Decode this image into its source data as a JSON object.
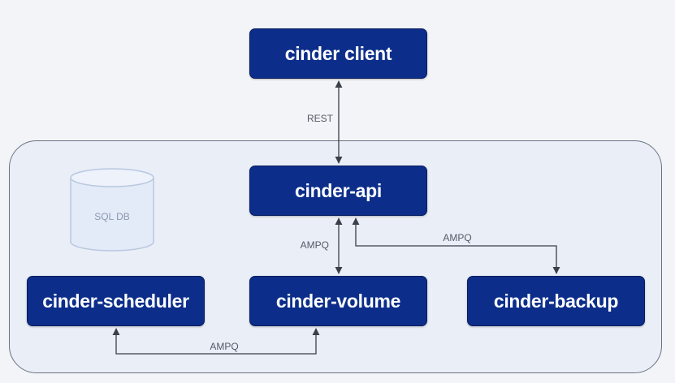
{
  "nodes": {
    "client": "cinder client",
    "api": "cinder-api",
    "scheduler": "cinder-scheduler",
    "volume": "cinder-volume",
    "backup": "cinder-backup"
  },
  "database": {
    "label": "SQL DB"
  },
  "edges": {
    "client_api": "REST",
    "api_volume": "AMPQ",
    "api_backup": "AMPQ",
    "scheduler_volume": "AMPQ"
  },
  "colors": {
    "node_fill": "#0c2e8a",
    "node_text": "#ffffff",
    "container_fill": "#eaeef7",
    "line": "#3a3f48",
    "database": "#cdd9ee"
  }
}
